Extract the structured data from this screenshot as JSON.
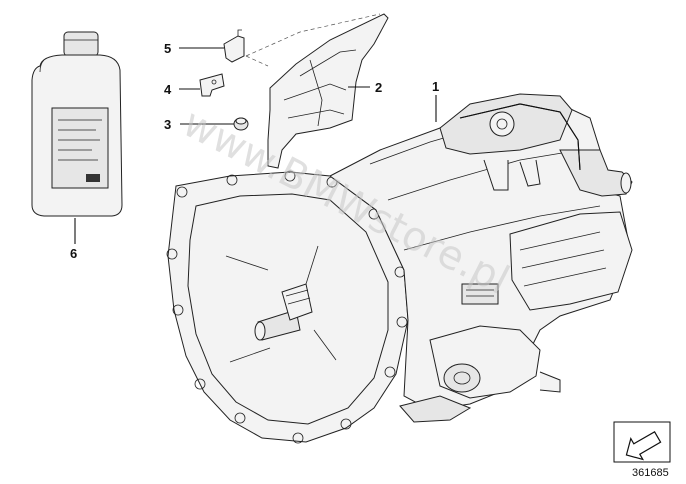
{
  "diagram": {
    "callouts": [
      {
        "id": "1",
        "label": "1"
      },
      {
        "id": "2",
        "label": "2"
      },
      {
        "id": "3",
        "label": "3"
      },
      {
        "id": "4",
        "label": "4"
      },
      {
        "id": "5",
        "label": "5"
      },
      {
        "id": "6",
        "label": "6"
      }
    ],
    "watermark": "www.BMWstore.pl",
    "reference_number": "361685"
  }
}
